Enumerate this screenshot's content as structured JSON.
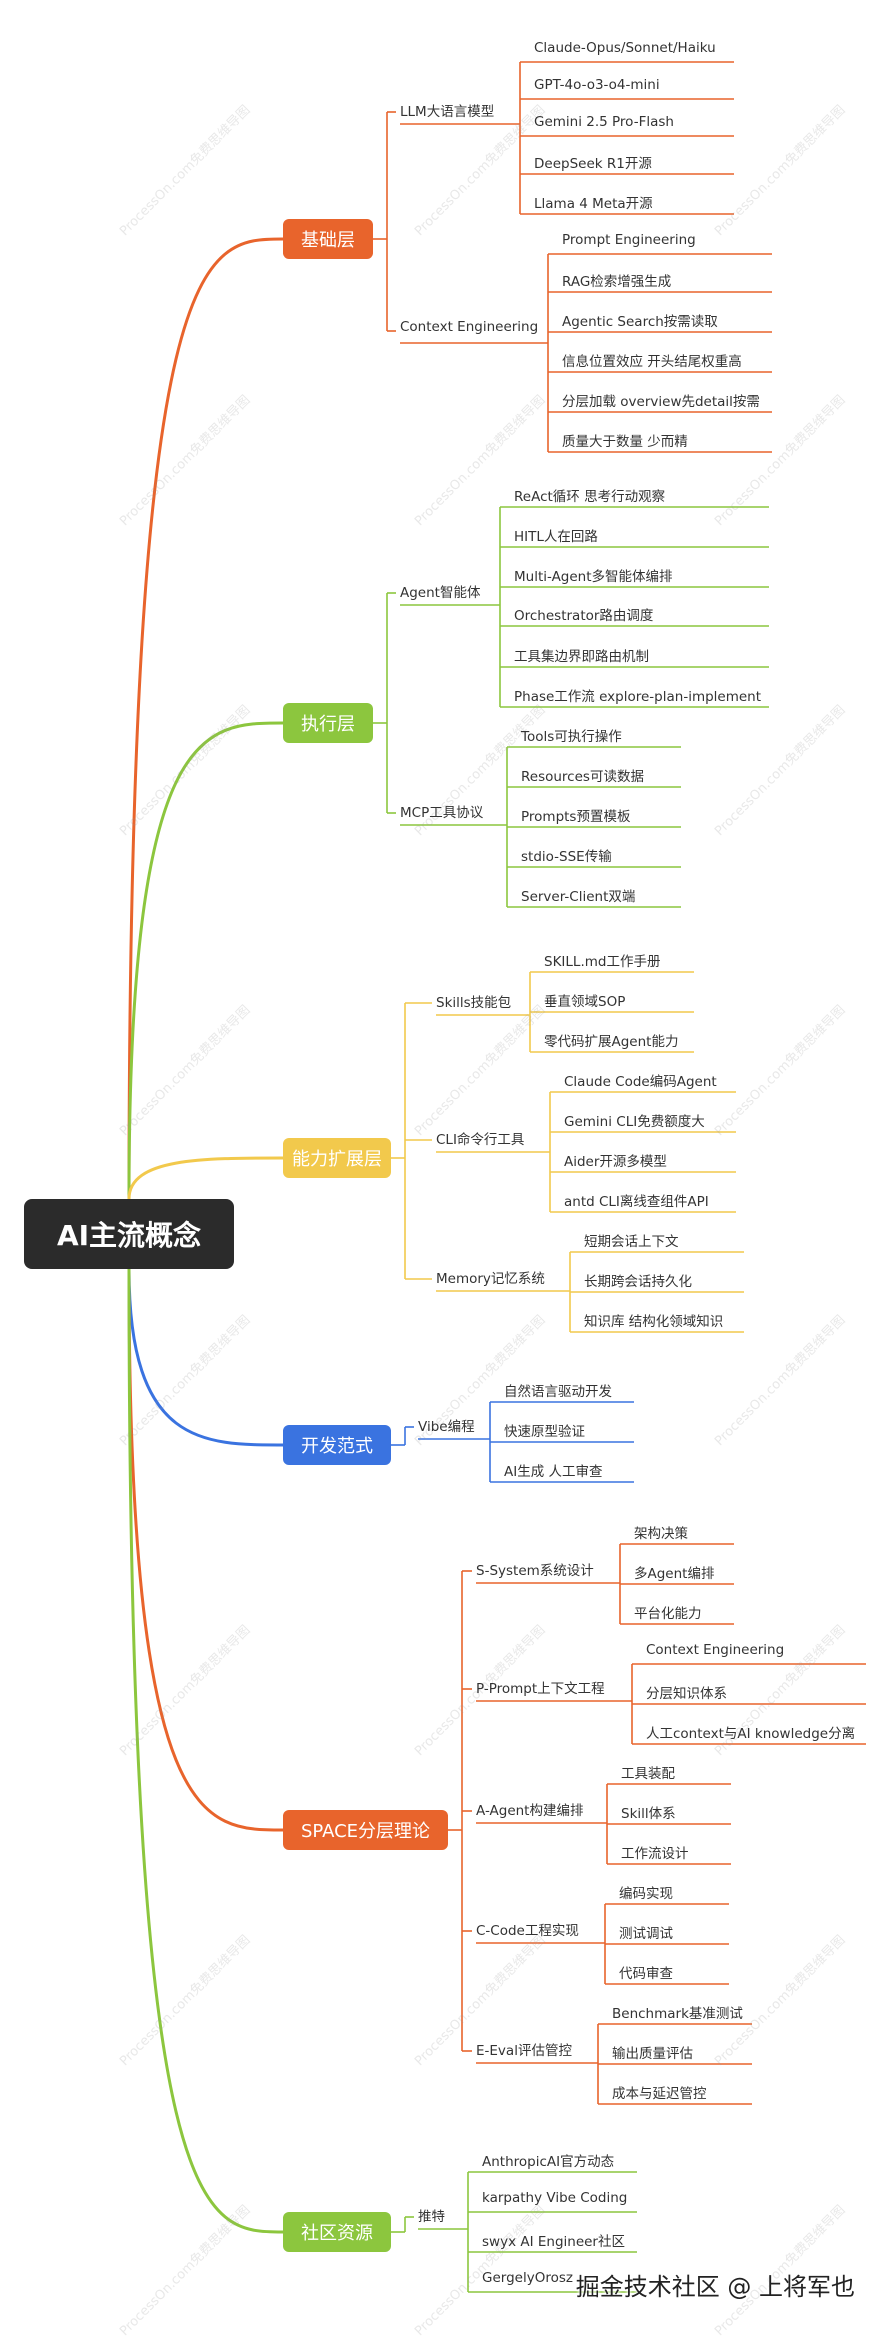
{
  "root": "AI主流概念",
  "branches": [
    {
      "label": "基础层",
      "color": "#E8642C",
      "groups": [
        {
          "label": "LLM大语言模型",
          "leaves": [
            "Claude-Opus/Sonnet/Haiku",
            "GPT-4o-o3-o4-mini",
            "Gemini 2.5 Pro-Flash",
            "DeepSeek R1开源",
            "Llama 4 Meta开源"
          ]
        },
        {
          "label": "Context Engineering",
          "leaves": [
            "Prompt Engineering",
            "RAG检索增强生成",
            "Agentic Search按需读取",
            "信息位置效应 开头结尾权重高",
            "分层加载 overview先detail按需",
            "质量大于数量 少而精"
          ]
        }
      ]
    },
    {
      "label": "执行层",
      "color": "#8CC63E",
      "groups": [
        {
          "label": "Agent智能体",
          "leaves": [
            "ReAct循环 思考行动观察",
            "HITL人在回路",
            "Multi-Agent多智能体编排",
            "Orchestrator路由调度",
            "工具集边界即路由机制",
            "Phase工作流 explore-plan-implement"
          ]
        },
        {
          "label": "MCP工具协议",
          "leaves": [
            "Tools可执行操作",
            "Resources可读数据",
            "Prompts预置模板",
            "stdio-SSE传输",
            "Server-Client双端"
          ]
        }
      ]
    },
    {
      "label": "能力扩展层",
      "color": "#F2C94C",
      "groups": [
        {
          "label": "Skills技能包",
          "leaves": [
            "SKILL.md工作手册",
            "垂直领域SOP",
            "零代码扩展Agent能力"
          ]
        },
        {
          "label": "CLI命令行工具",
          "leaves": [
            "Claude Code编码Agent",
            "Gemini CLI免费额度大",
            "Aider开源多模型",
            "antd CLI离线查组件API"
          ]
        },
        {
          "label": "Memory记忆系统",
          "leaves": [
            "短期会话上下文",
            "长期跨会话持久化",
            "知识库 结构化领域知识"
          ]
        }
      ]
    },
    {
      "label": "开发范式",
      "color": "#3A73E0",
      "groups": [
        {
          "label": "Vibe编程",
          "leaves": [
            "自然语言驱动开发",
            "快速原型验证",
            "AI生成 人工审查"
          ]
        }
      ]
    },
    {
      "label": "SPACE分层理论",
      "color": "#E8642C",
      "groups": [
        {
          "label": "S-System系统设计",
          "leaves": [
            "架构决策",
            "多Agent编排",
            "平台化能力"
          ]
        },
        {
          "label": "P-Prompt上下文工程",
          "leaves": [
            "Context Engineering",
            "分层知识体系",
            "人工context与AI knowledge分离"
          ]
        },
        {
          "label": "A-Agent构建编排",
          "leaves": [
            "工具装配",
            "Skill体系",
            "工作流设计"
          ]
        },
        {
          "label": "C-Code工程实现",
          "leaves": [
            "编码实现",
            "测试调试",
            "代码审查"
          ]
        },
        {
          "label": "E-Eval评估管控",
          "leaves": [
            "Benchmark基准测试",
            "输出质量评估",
            "成本与延迟管控"
          ]
        }
      ]
    },
    {
      "label": "社区资源",
      "color": "#8CC63E",
      "groups": [
        {
          "label": "推特",
          "leaves": [
            "AnthropicAI官方动态",
            "karpathy Vibe Coding",
            "swyx AI Engineer社区",
            "GergelyOrosz"
          ]
        }
      ]
    }
  ],
  "watermark": "ProcessOn.com免费思维导图",
  "footer": "掘金技术社区 @ 上将军也"
}
